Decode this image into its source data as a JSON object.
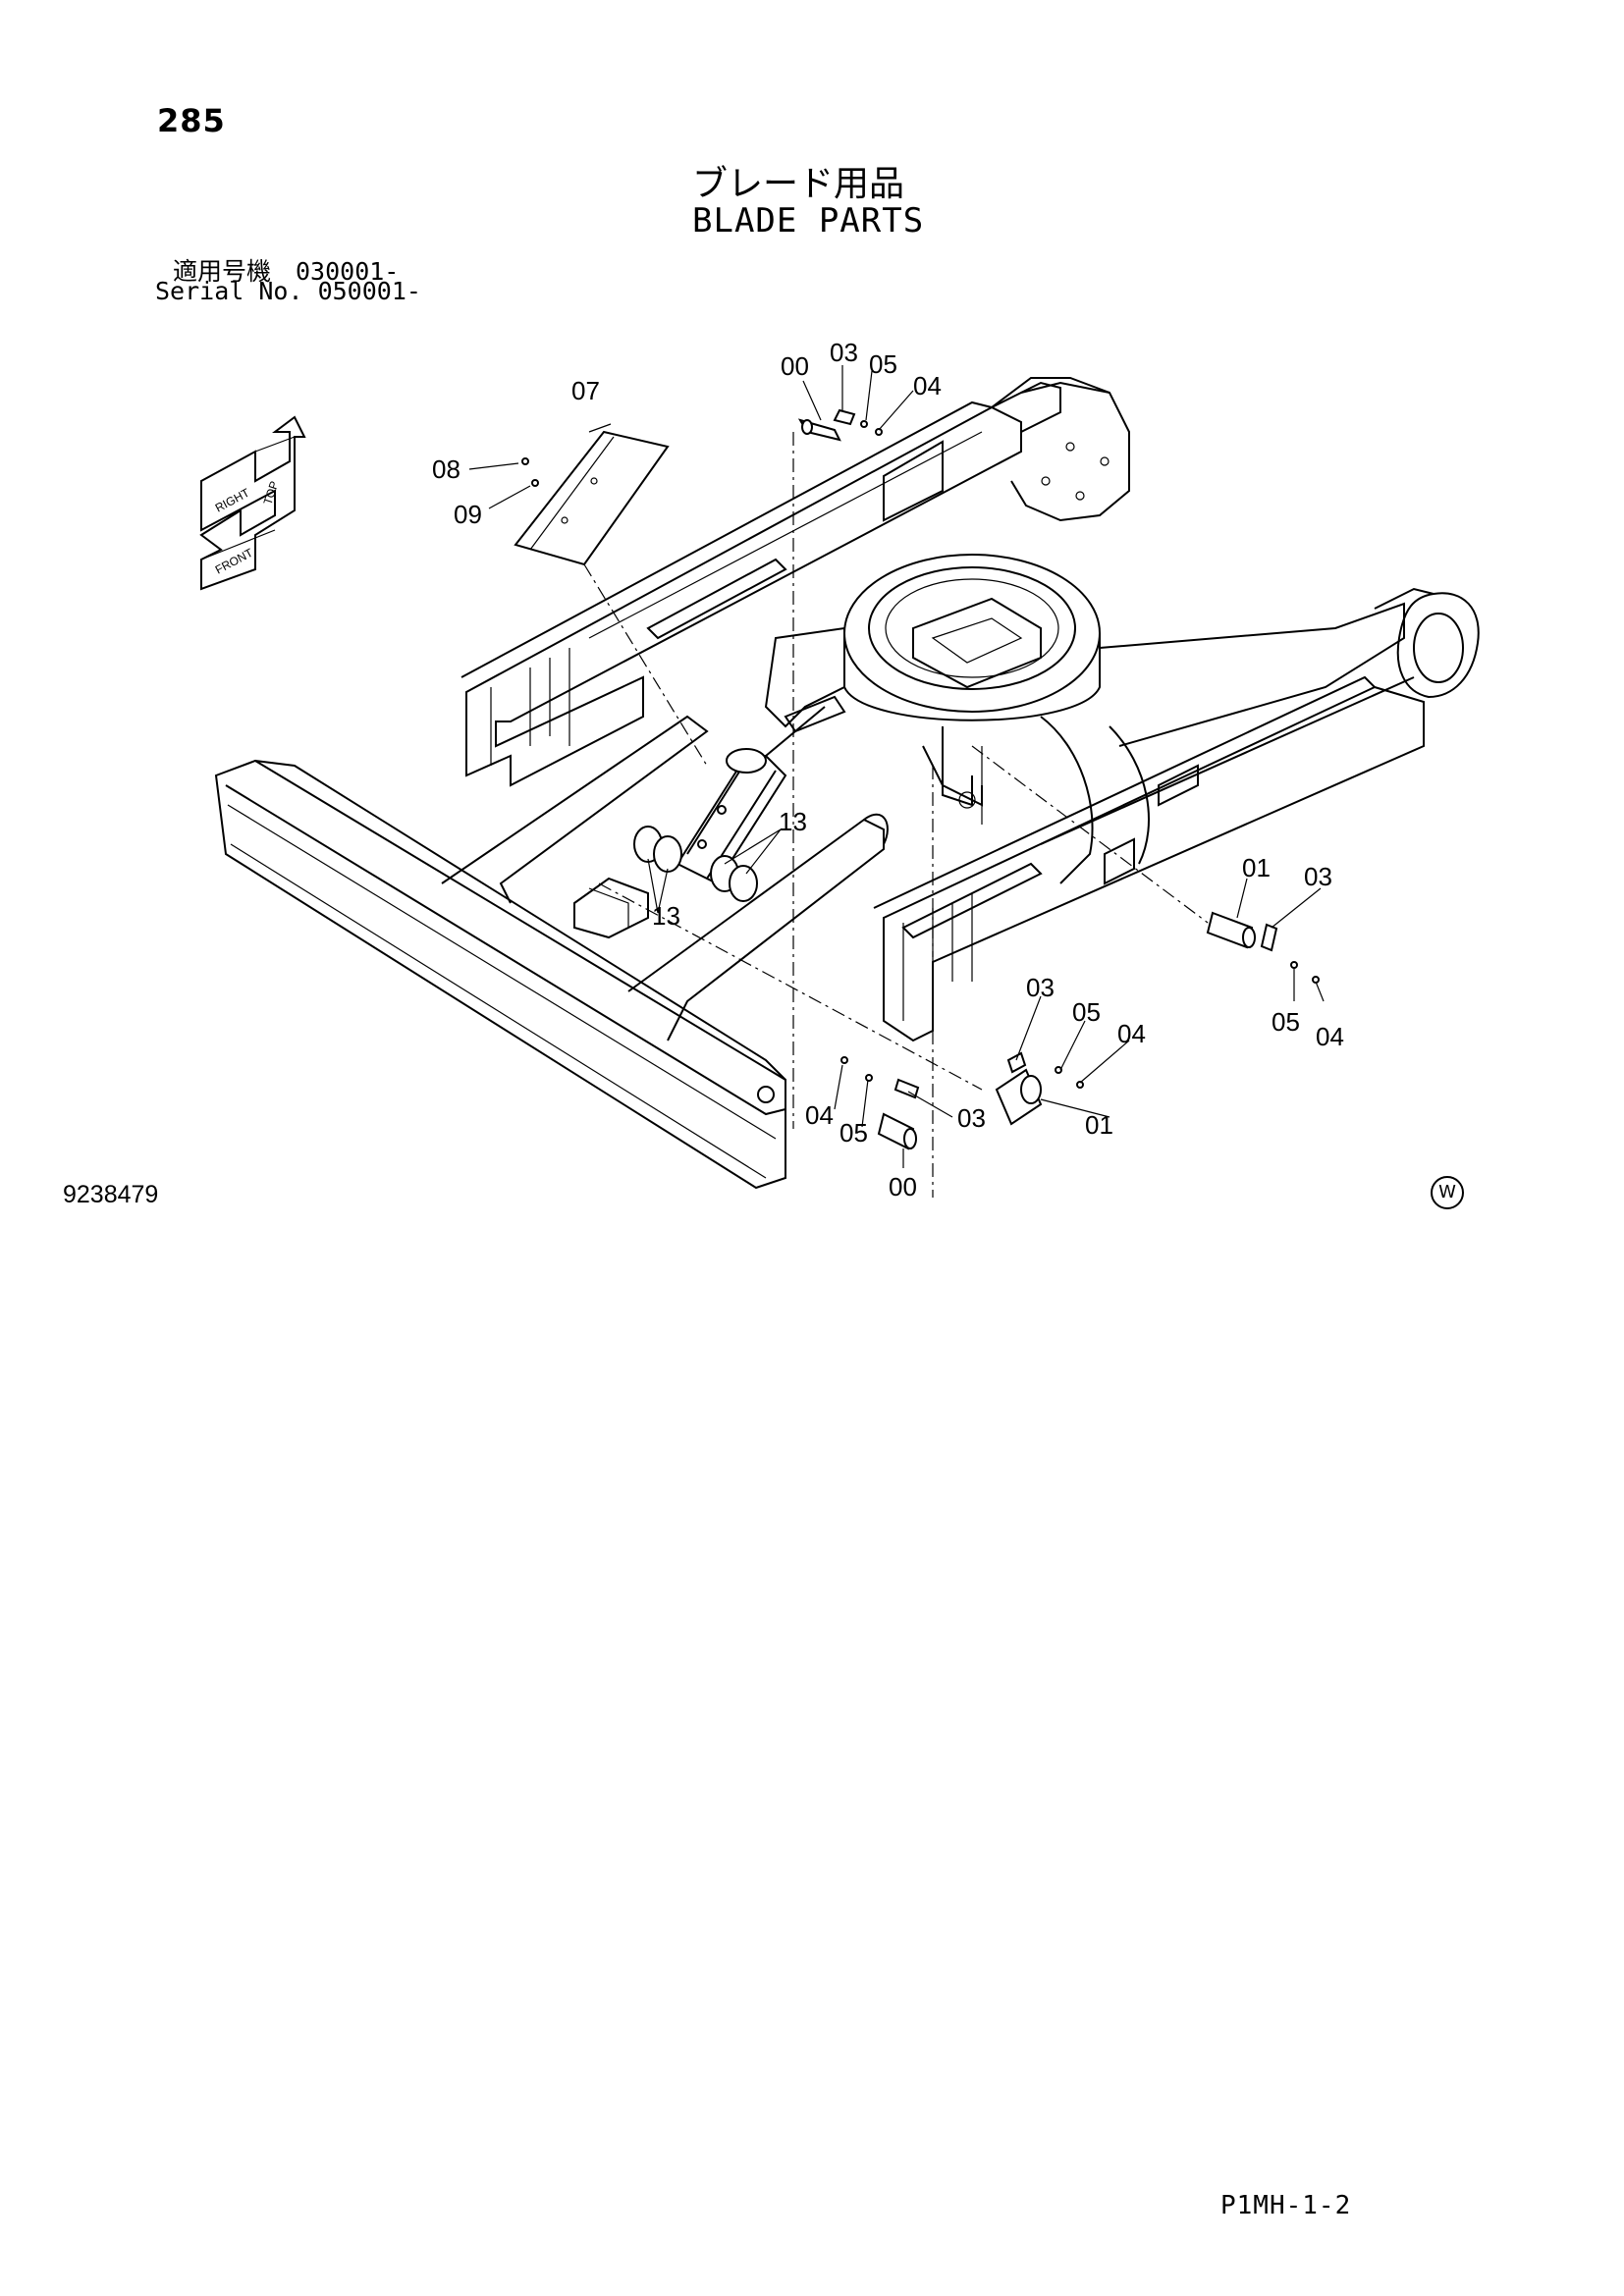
{
  "header": {
    "page_number": "285",
    "title_ja": "ブレード用品",
    "title_en": "BLADE PARTS",
    "serial_ja": "適用号機　030001-",
    "serial_en": "Serial No. 050001-"
  },
  "orientation_marks": [
    "TOP",
    "RIGHT",
    "FRONT"
  ],
  "callouts": {
    "c00_top": "00",
    "c03_top": "03",
    "c05_top": "05",
    "c04_top": "04",
    "c07": "07",
    "c08": "08",
    "c09": "09",
    "c13_a": "13",
    "c13_b": "13",
    "c01_right": "01",
    "c03_right": "03",
    "c05_right": "05",
    "c04_right": "04",
    "c03_mid": "03",
    "c05_mid": "05",
    "c04_mid": "04",
    "c04_low": "04",
    "c05_low": "05",
    "c03_low": "03",
    "c01_low": "01",
    "c00_low": "00"
  },
  "footer": {
    "drawing_number": "9238479",
    "copyright_mark": "W",
    "page_code": "P1MH-1-2"
  }
}
